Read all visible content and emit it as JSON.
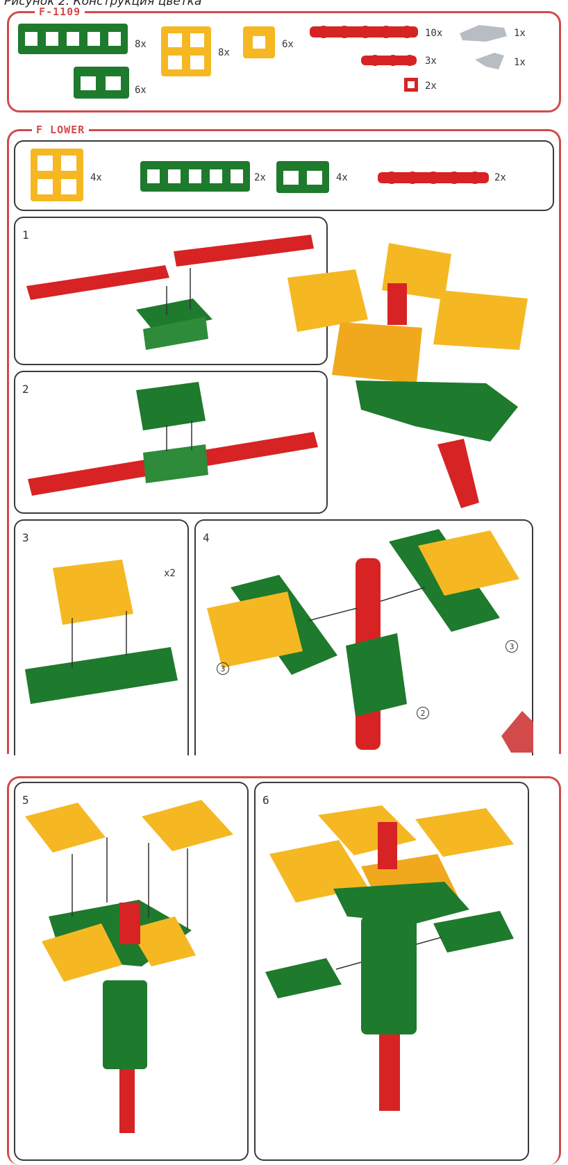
{
  "caption": "Рисунок 2. Конструкция цветка",
  "kit": {
    "code": "F-1109",
    "parts": [
      {
        "qty": "8x"
      },
      {
        "qty": "8x"
      },
      {
        "qty": "6x"
      },
      {
        "qty": "10x"
      },
      {
        "qty": "1x"
      },
      {
        "qty": "3x"
      },
      {
        "qty": "1x"
      },
      {
        "qty": "6x"
      },
      {
        "qty": "2x"
      }
    ]
  },
  "flower": {
    "title": "F LOWER",
    "parts": [
      {
        "qty": "4x"
      },
      {
        "qty": "2x"
      },
      {
        "qty": "4x"
      },
      {
        "qty": "2x"
      }
    ]
  },
  "steps": {
    "s1": "1",
    "s2": "2",
    "s3": "3",
    "s3_mult": "x2",
    "s4": "4",
    "s4_ref_a": "3",
    "s4_ref_b": "3",
    "s4_ref_c": "2",
    "s5": "5",
    "s6": "6"
  },
  "colors": {
    "red": "#d72323",
    "green": "#1e7a2c",
    "yellow": "#f5b823",
    "frame": "#d24a4a"
  }
}
